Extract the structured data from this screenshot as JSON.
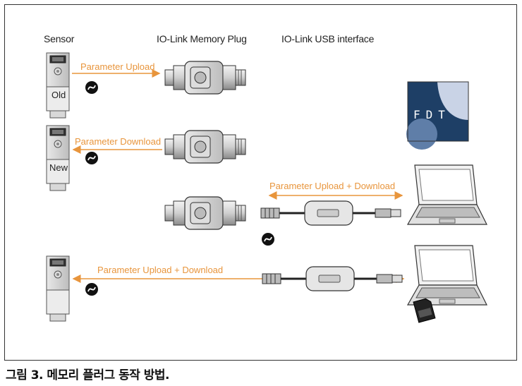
{
  "headers": {
    "sensor": "Sensor",
    "memory_plug": "IO-Link Memory Plug",
    "usb_interface": "IO-Link USB interface"
  },
  "flows": {
    "upload": "Parameter Upload",
    "download": "Parameter Download",
    "upload_download_laptop": "Parameter Upload + Download",
    "upload_download_sensor": "Parameter Upload + Download"
  },
  "sensor_tags": {
    "old": "Old",
    "new": "New"
  },
  "logo": {
    "text": "FDT",
    "colors": {
      "dark": "#1e3f66",
      "light": "#c9d3e6",
      "mid": "#5f7ea8"
    }
  },
  "device_label": "IO-Link",
  "accent_color": "#e8953c",
  "caption": "그림 3. 메모리 플러그 동작 방법."
}
